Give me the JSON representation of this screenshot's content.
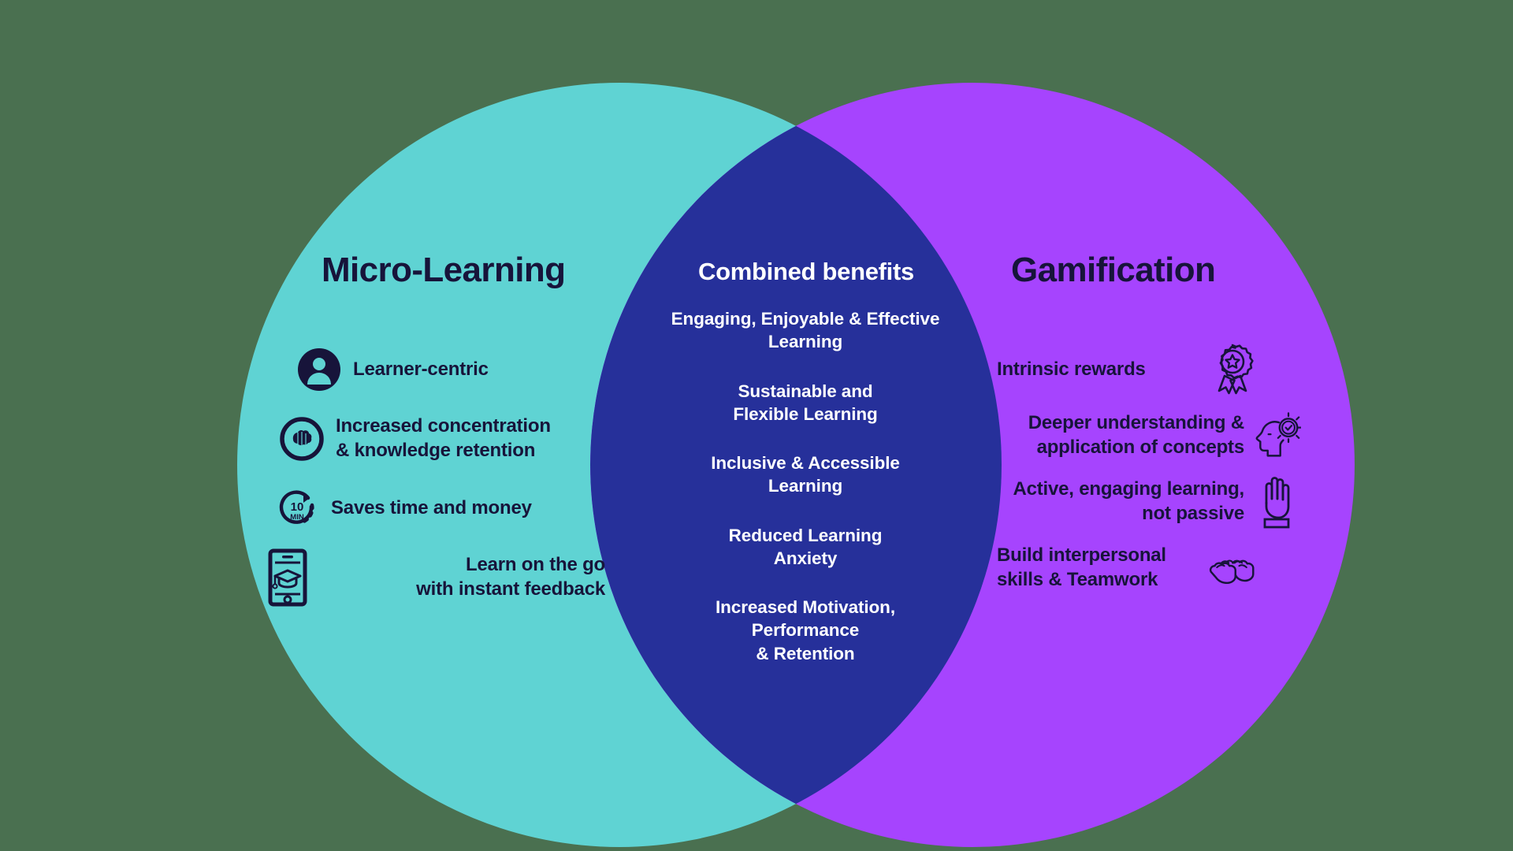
{
  "diagram": {
    "type": "venn-2-circle",
    "background_color": "#4a7050",
    "left_color": "#5fd3d3",
    "right_color": "#a644fe",
    "overlap_color": "#26309a",
    "dark_text_color": "#17143a",
    "light_text_color": "#ffffff"
  },
  "left": {
    "title": "Micro-Learning",
    "items": [
      {
        "icon": "user-avatar-icon",
        "label": "Learner-centric"
      },
      {
        "icon": "brain-circle-icon",
        "label": "Increased concentration\n& knowledge retention"
      },
      {
        "icon": "ten-minute-clock-icon",
        "label": "Saves time and money"
      },
      {
        "icon": "mobile-graduation-icon",
        "label": "Learn on the go\nwith instant feedback"
      }
    ]
  },
  "center": {
    "title": "Combined benefits",
    "items": [
      {
        "label": "Engaging, Enjoyable & Effective\nLearning"
      },
      {
        "label": "Sustainable and\nFlexible Learning"
      },
      {
        "label": "Inclusive & Accessible\nLearning"
      },
      {
        "label": "Reduced Learning\nAnxiety"
      },
      {
        "label": "Increased Motivation,\nPerformance\n& Retention"
      }
    ]
  },
  "right": {
    "title": "Gamification",
    "items": [
      {
        "icon": "award-ribbon-star-icon",
        "label": "Intrinsic rewards"
      },
      {
        "icon": "head-insight-check-icon",
        "label": "Deeper understanding &\napplication of concepts"
      },
      {
        "icon": "raised-hand-icon",
        "label": "Active, engaging learning,\nnot passive"
      },
      {
        "icon": "fist-bump-icon",
        "label": "Build interpersonal\nskills & Teamwork"
      }
    ]
  }
}
